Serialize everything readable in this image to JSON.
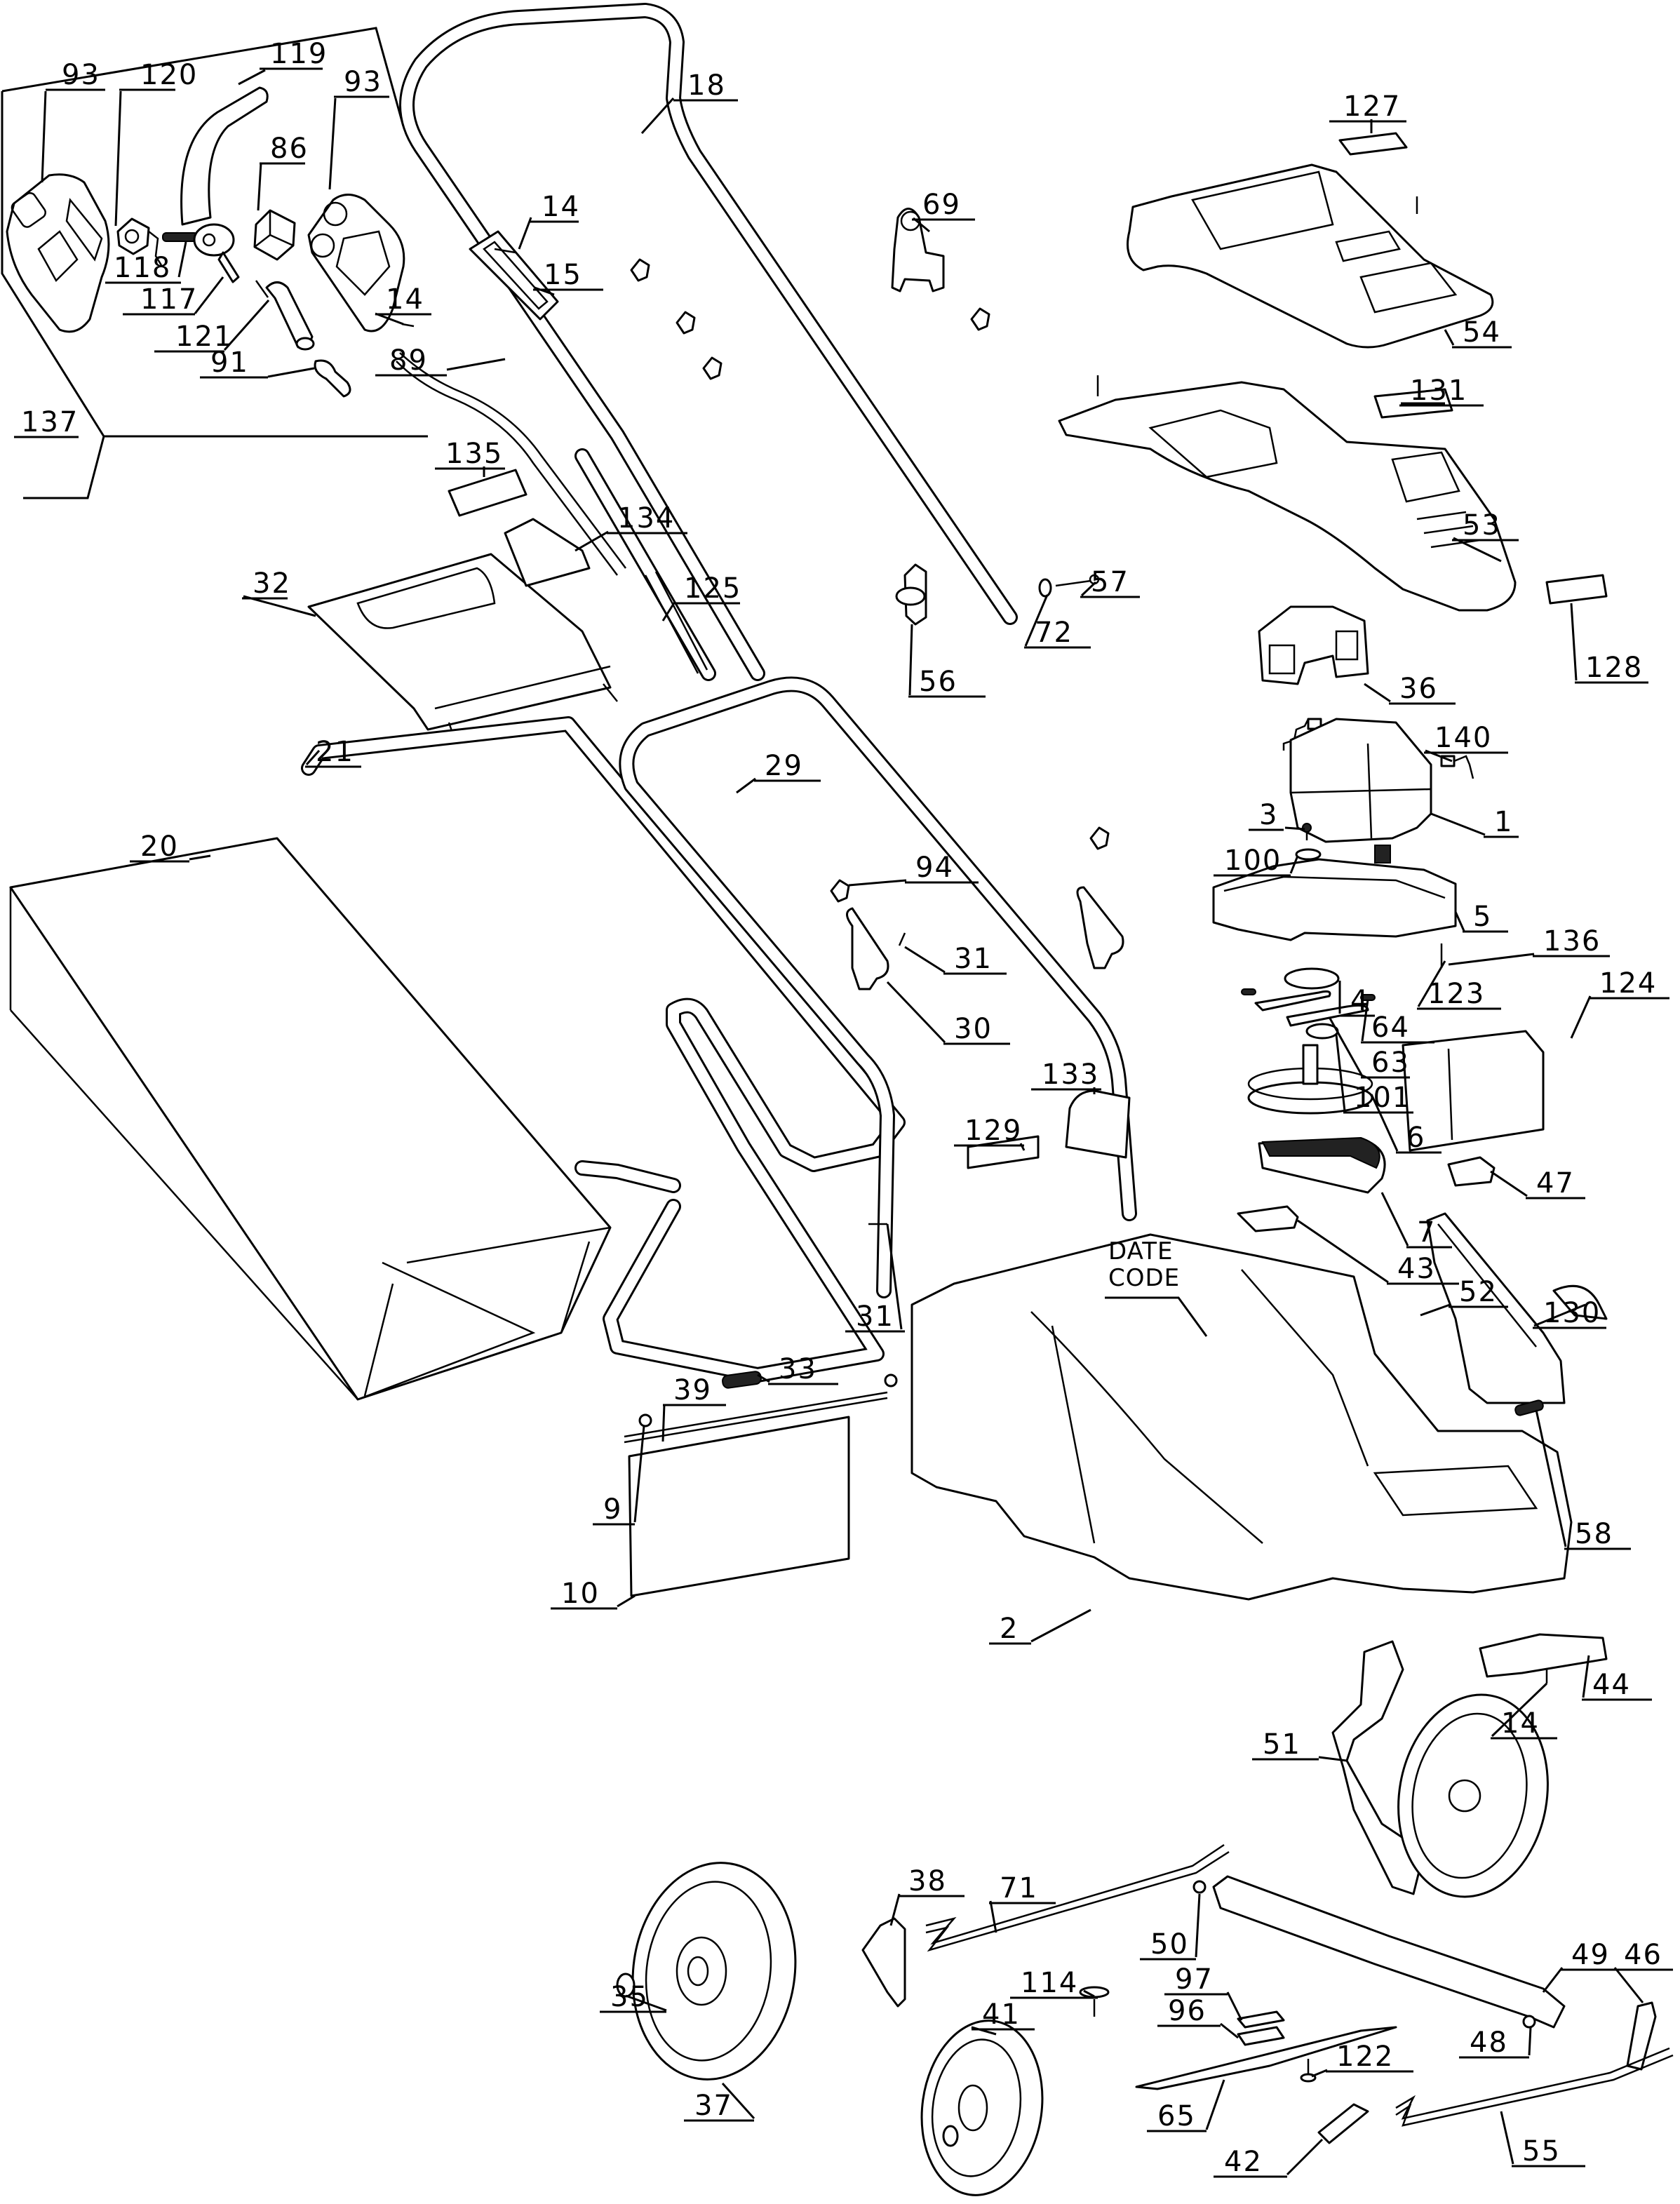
{
  "diagram": {
    "title": "Lawn mower exploded parts diagram",
    "date_code_label": [
      "DATE",
      "CODE"
    ],
    "callouts": [
      {
        "id": "c93a",
        "text": "93",
        "part": "switch housing half (left)"
      },
      {
        "id": "c120",
        "text": "120",
        "part": "switch button"
      },
      {
        "id": "c119",
        "text": "119",
        "part": "switch lever / bail bar"
      },
      {
        "id": "c93b",
        "text": "93",
        "part": "switch housing half (right)"
      },
      {
        "id": "c86",
        "text": "86",
        "part": "switch"
      },
      {
        "id": "c118",
        "text": "118",
        "part": "spring"
      },
      {
        "id": "c117",
        "text": "117",
        "part": "pin"
      },
      {
        "id": "c121",
        "text": "121",
        "part": "cord strain relief"
      },
      {
        "id": "c91",
        "text": "91",
        "part": "cord clip"
      },
      {
        "id": "c14a",
        "text": "14",
        "part": "screw"
      },
      {
        "id": "c89",
        "text": "89",
        "part": "cable"
      },
      {
        "id": "c137",
        "text": "137",
        "part": "switch assembly"
      },
      {
        "id": "c18",
        "text": "18",
        "part": "upper handle"
      },
      {
        "id": "c14b",
        "text": "14",
        "part": "screw"
      },
      {
        "id": "c15",
        "text": "15",
        "part": "cord retainer"
      },
      {
        "id": "c69",
        "text": "69",
        "part": "cord hook"
      },
      {
        "id": "c127",
        "text": "127",
        "part": "label"
      },
      {
        "id": "c54",
        "text": "54",
        "part": "top cover"
      },
      {
        "id": "c131",
        "text": "131",
        "part": "label"
      },
      {
        "id": "c53",
        "text": "53",
        "part": "motor cover"
      },
      {
        "id": "c135",
        "text": "135",
        "part": "label"
      },
      {
        "id": "c134",
        "text": "134",
        "part": "label"
      },
      {
        "id": "c32",
        "text": "32",
        "part": "grass box lid"
      },
      {
        "id": "c125",
        "text": "125",
        "part": "cable tie"
      },
      {
        "id": "c57",
        "text": "57",
        "part": "bolt"
      },
      {
        "id": "c72",
        "text": "72",
        "part": "washer"
      },
      {
        "id": "c56",
        "text": "56",
        "part": "handle knob"
      },
      {
        "id": "c128",
        "text": "128",
        "part": "label"
      },
      {
        "id": "c36",
        "text": "36",
        "part": "motor fan guard"
      },
      {
        "id": "c140",
        "text": "140",
        "part": "carbon brush"
      },
      {
        "id": "c21",
        "text": "21",
        "part": "grass box frame"
      },
      {
        "id": "c29",
        "text": "29",
        "part": "lower handle"
      },
      {
        "id": "c3",
        "text": "3",
        "part": "screw"
      },
      {
        "id": "c1",
        "text": "1",
        "part": "motor"
      },
      {
        "id": "c100",
        "text": "100",
        "part": "bearing"
      },
      {
        "id": "c20",
        "text": "20",
        "part": "grass bag"
      },
      {
        "id": "c94",
        "text": "94",
        "part": "cable clip"
      },
      {
        "id": "c5",
        "text": "5",
        "part": "motor base plate"
      },
      {
        "id": "c136",
        "text": "136",
        "part": "washer"
      },
      {
        "id": "c31a",
        "text": "31",
        "part": "pin"
      },
      {
        "id": "c123",
        "text": "123",
        "part": "pin"
      },
      {
        "id": "c124",
        "text": "124",
        "part": "battery / cover"
      },
      {
        "id": "c4",
        "text": "4",
        "part": "pulley ring"
      },
      {
        "id": "c64",
        "text": "64",
        "part": "spring"
      },
      {
        "id": "c30",
        "text": "30",
        "part": "handle clamp"
      },
      {
        "id": "c63",
        "text": "63",
        "part": "brake arm"
      },
      {
        "id": "c133",
        "text": "133",
        "part": "label"
      },
      {
        "id": "c101",
        "text": "101",
        "part": "bearing"
      },
      {
        "id": "c129",
        "text": "129",
        "part": "label"
      },
      {
        "id": "c6",
        "text": "6",
        "part": "drive pulley"
      },
      {
        "id": "c47",
        "text": "47",
        "part": "clip"
      },
      {
        "id": "c7",
        "text": "7",
        "part": "drive belt"
      },
      {
        "id": "c43",
        "text": "43",
        "part": "clip"
      },
      {
        "id": "c31b",
        "text": "31",
        "part": "pin"
      },
      {
        "id": "c52",
        "text": "52",
        "part": "side cover"
      },
      {
        "id": "c130",
        "text": "130",
        "part": "label"
      },
      {
        "id": "c39",
        "text": "39",
        "part": "rod"
      },
      {
        "id": "c33",
        "text": "33",
        "part": "spring"
      },
      {
        "id": "c9",
        "text": "9",
        "part": "nut"
      },
      {
        "id": "c58",
        "text": "58",
        "part": "torsion spring"
      },
      {
        "id": "c10",
        "text": "10",
        "part": "rear flap"
      },
      {
        "id": "c2",
        "text": "2",
        "part": "deck"
      },
      {
        "id": "c44",
        "text": "44",
        "part": "front guard"
      },
      {
        "id": "c14c",
        "text": "14",
        "part": "screw"
      },
      {
        "id": "c51",
        "text": "51",
        "part": "height adjust lever"
      },
      {
        "id": "c38",
        "text": "38",
        "part": "axle bracket"
      },
      {
        "id": "c71",
        "text": "71",
        "part": "rear axle"
      },
      {
        "id": "c50",
        "text": "50",
        "part": "nut"
      },
      {
        "id": "c49",
        "text": "49",
        "part": "adjustment bar"
      },
      {
        "id": "c46",
        "text": "46",
        "part": "wheel bracket"
      },
      {
        "id": "c35",
        "text": "35",
        "part": "hub cap"
      },
      {
        "id": "c114",
        "text": "114",
        "part": "washer"
      },
      {
        "id": "c97",
        "text": "97",
        "part": "blade plate"
      },
      {
        "id": "c96",
        "text": "96",
        "part": "blade holder"
      },
      {
        "id": "c48",
        "text": "48",
        "part": "nut"
      },
      {
        "id": "c41",
        "text": "41",
        "part": "front wheel"
      },
      {
        "id": "c122",
        "text": "122",
        "part": "blade bolt"
      },
      {
        "id": "c37",
        "text": "37",
        "part": "rear wheel"
      },
      {
        "id": "c65",
        "text": "65",
        "part": "blade"
      },
      {
        "id": "c42",
        "text": "42",
        "part": "wheel bracket"
      },
      {
        "id": "c55",
        "text": "55",
        "part": "front axle"
      }
    ]
  }
}
